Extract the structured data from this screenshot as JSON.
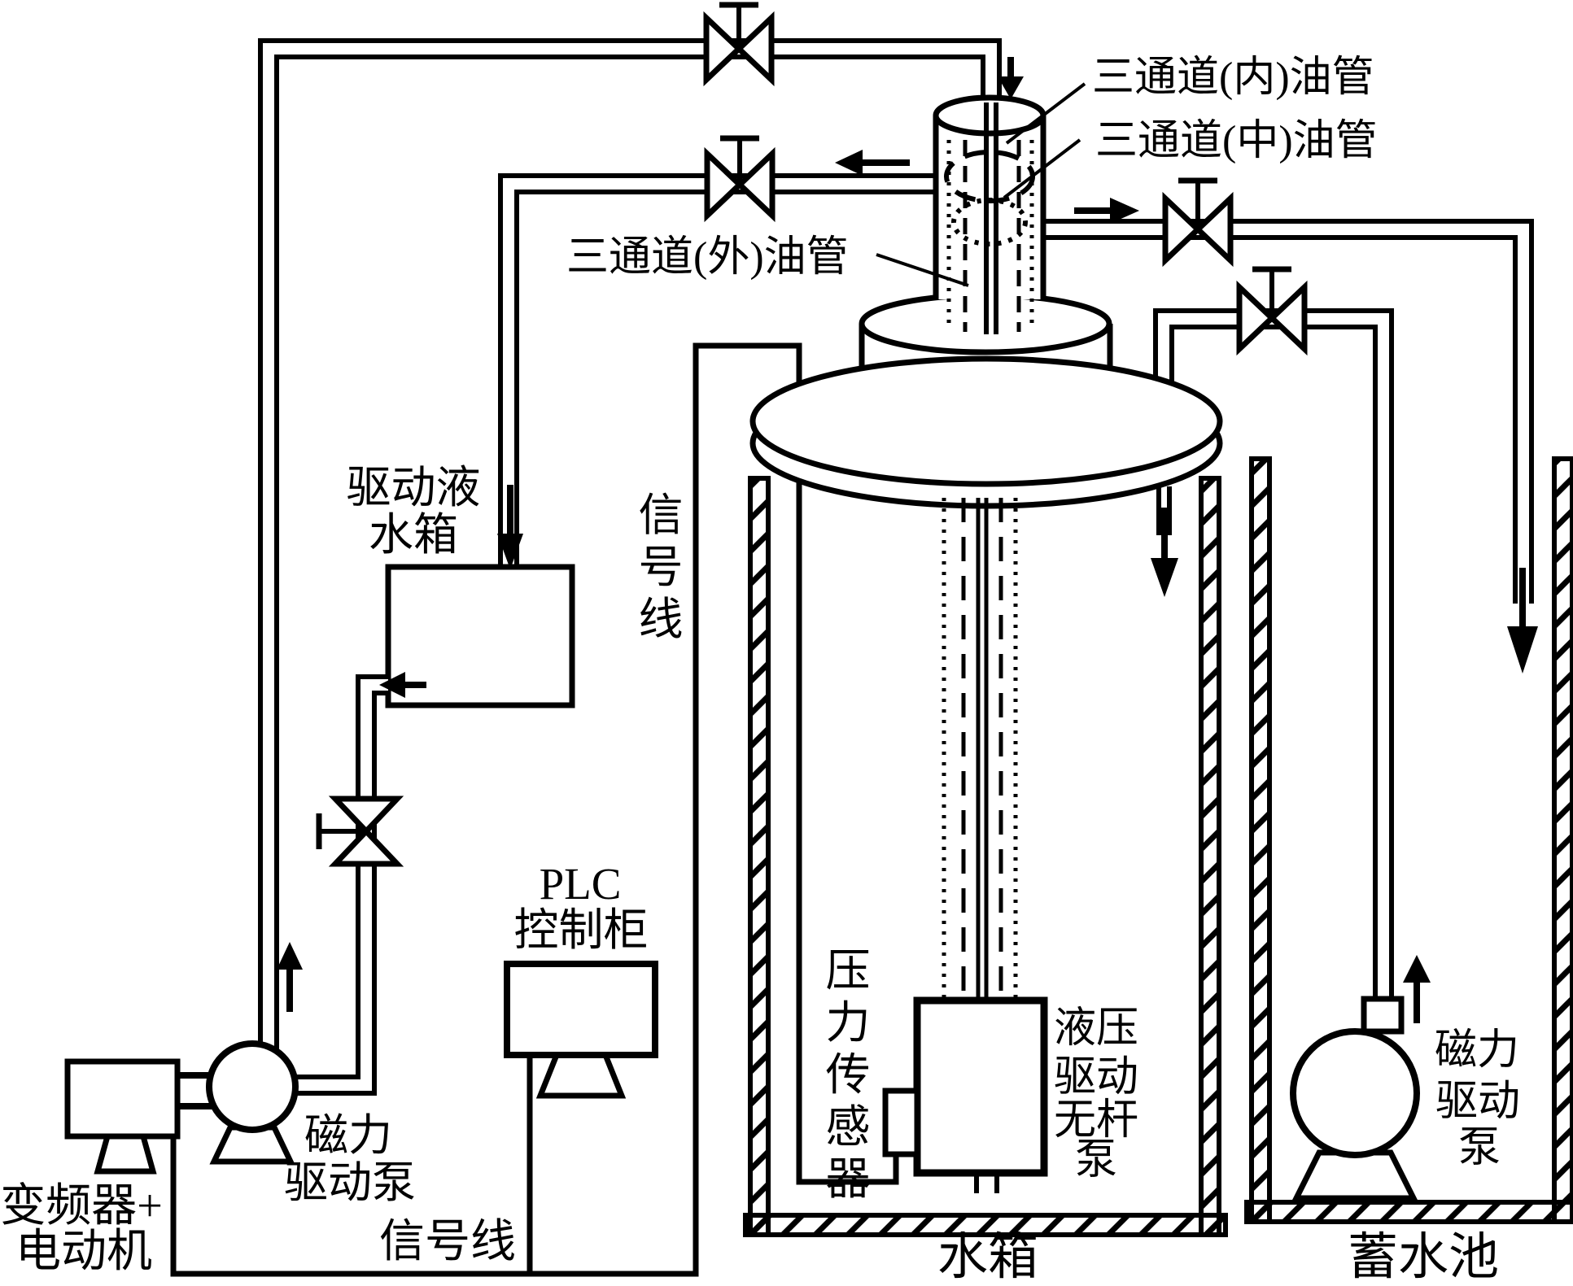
{
  "diagram": {
    "title_implicit": "hydraulic rodless pump test system schematic",
    "colors": {
      "line": "#000000",
      "background": "#ffffff"
    },
    "labels": {
      "channel_inner": "三通道(内)油管",
      "channel_middle": "三通道(中)油管",
      "channel_outer": "三通道(外)油管",
      "drive_tank": [
        "驱动液",
        "水箱"
      ],
      "signal_line_vertical": "信号线",
      "plc": [
        "PLC",
        "控制柜"
      ],
      "pressure_sensor": "压力传感器",
      "rodless_pump": [
        "液压",
        "驱动",
        "无杆",
        "泵"
      ],
      "left_pump": [
        "磁力",
        "驱动泵"
      ],
      "inverter_motor": [
        "变频器+",
        "电动机"
      ],
      "signal_line_bottom": "信号线",
      "water_tank": "水箱",
      "right_pump": [
        "磁力",
        "驱动",
        "泵"
      ],
      "reservoir": "蓄水池"
    }
  }
}
